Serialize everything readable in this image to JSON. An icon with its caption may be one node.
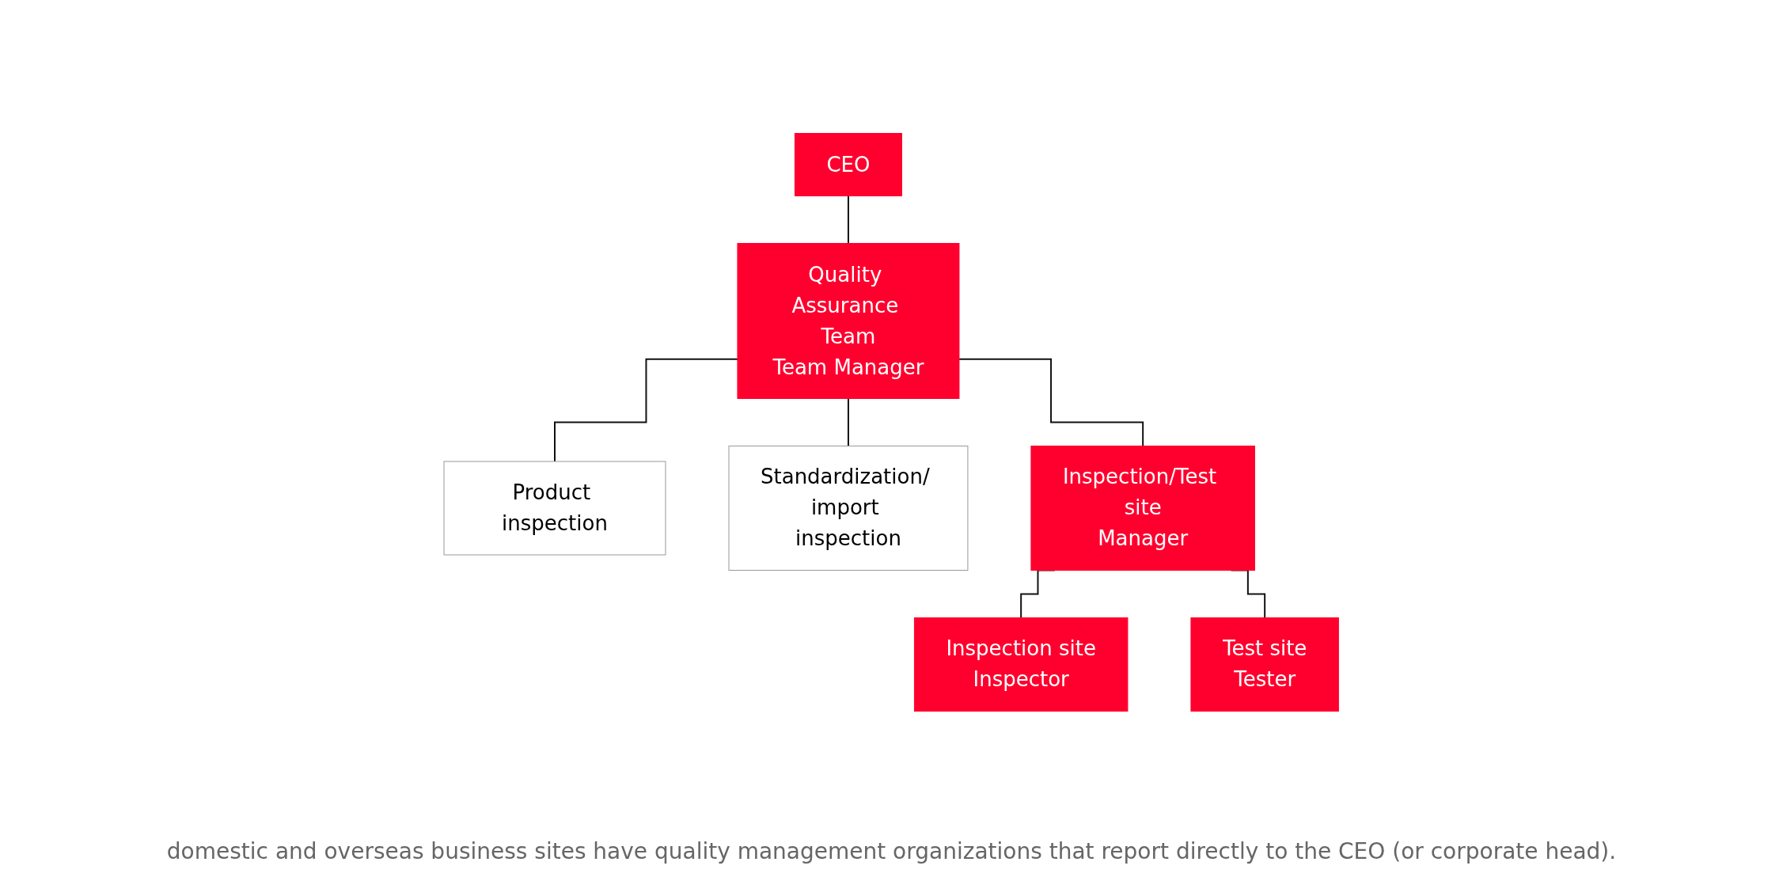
{
  "diagram": {
    "caption": "domestic and overseas business sites have quality management organizations that report directly to the CEO (or corporate head).",
    "nodes": [
      {
        "text": [
          "CEO"
        ]
      },
      {
        "text": [
          "Quality Assurance Team",
          "Team Manager"
        ]
      },
      {
        "text": [
          "Product inspection"
        ]
      },
      {
        "text": [
          "Standardization/ import inspection"
        ]
      },
      {
        "text": [
          "Inspection/Test site",
          "Manager"
        ]
      },
      {
        "text": [
          "Inspection site",
          "Inspector"
        ]
      },
      {
        "text": [
          "Test site",
          "Tester"
        ]
      }
    ],
    "edges": [
      {
        "from": 0,
        "to": 1,
        "arrow": "none"
      },
      {
        "from": 1,
        "to": 2,
        "arrow": "none"
      },
      {
        "from": 1,
        "to": 3,
        "arrow": "none"
      },
      {
        "from": 1,
        "to": 4,
        "arrow": "none"
      },
      {
        "from": 4,
        "to": 5,
        "arrow": "none"
      },
      {
        "from": 4,
        "to": 6,
        "arrow": "none"
      }
    ]
  }
}
